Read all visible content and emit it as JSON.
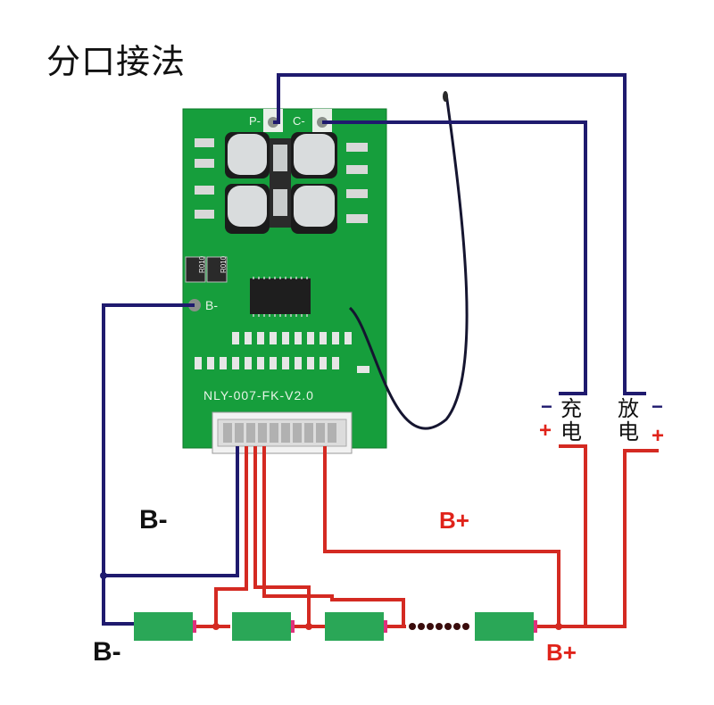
{
  "title": "分口接法",
  "board": {
    "model": "NLY-007-FK-V2.0",
    "pad_p": "P-",
    "pad_c": "C-",
    "pad_b": "B-",
    "resistor_1": "R010",
    "resistor_2": "R010"
  },
  "labels": {
    "b_minus_left": "B-",
    "b_minus_bottom": "B-",
    "b_plus_mid": "B+",
    "b_plus_bottom": "B+",
    "charge_chars": [
      "充",
      "电"
    ],
    "discharge_chars": [
      "放",
      "电"
    ],
    "charge_minus": "−",
    "charge_plus": "+",
    "discharge_minus": "−",
    "discharge_plus": "+"
  },
  "colors": {
    "negative_wire": "#1f1a6e",
    "positive_wire": "#d42a22",
    "cell_body": "#2aa757",
    "cell_terminal": "#e0317d",
    "pcb": "#15a13b",
    "label_red": "#e0231a"
  }
}
